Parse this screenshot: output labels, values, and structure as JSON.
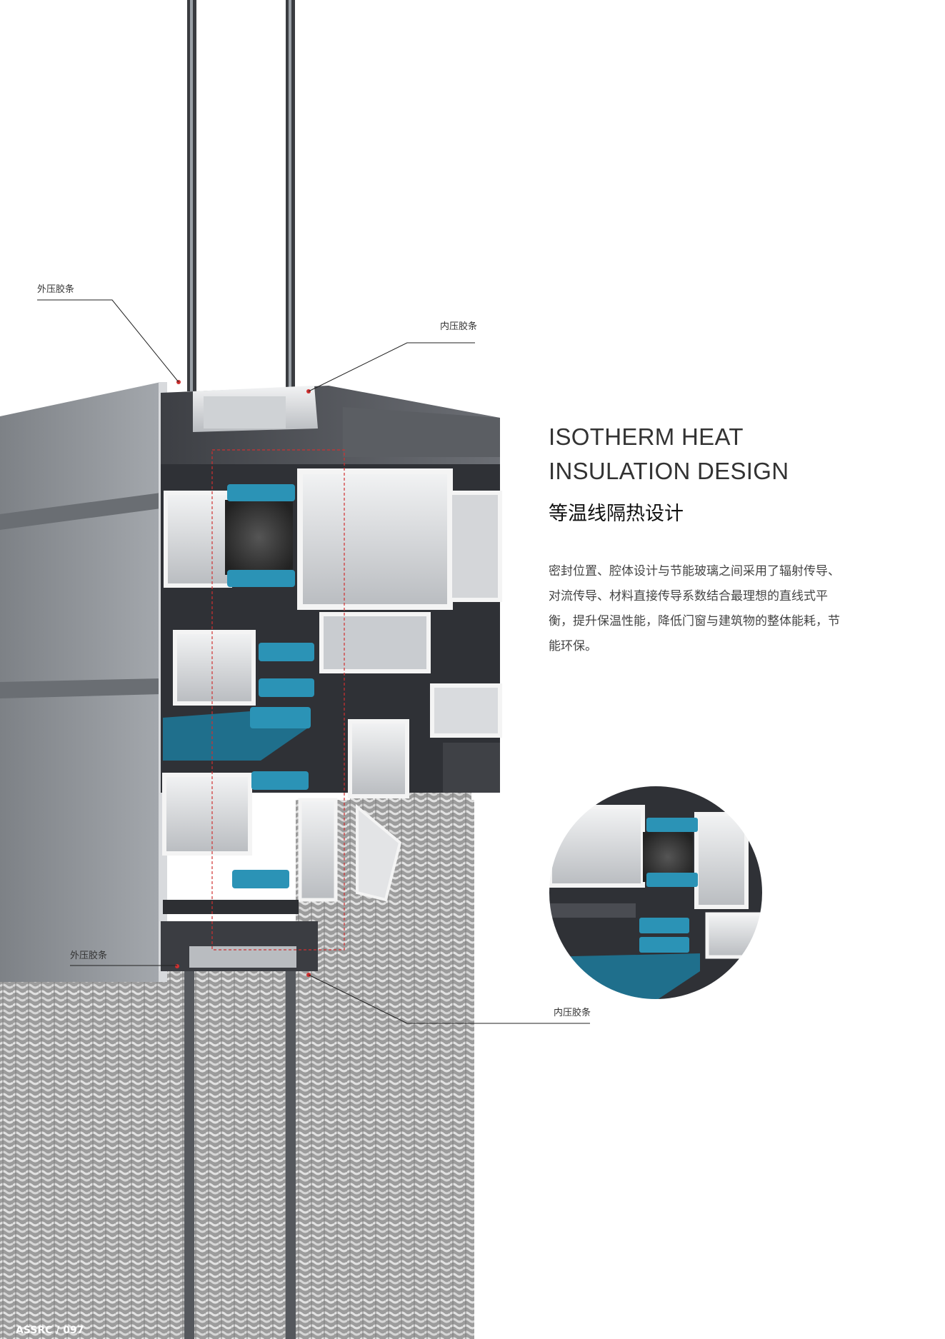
{
  "heading": {
    "title_en": "ISOTHERM HEAT INSULATION DESIGN",
    "title_cn": "等温线隔热设计",
    "body": "密封位置、腔体设计与节能玻璃之间采用了辐射传导、对流传导、材料直接传导系数结合最理想的直线式平衡，提升保温性能，降低门窗与建筑物的整体能耗，节能环保。"
  },
  "callouts": {
    "outer_top": "外压胶条",
    "inner_top": "内压胶条",
    "outer_bottom": "外压胶条",
    "inner_bottom": "内压胶条"
  },
  "footer": {
    "page": "ASSRC / 097"
  },
  "colors": {
    "insulation_strip": "#2b93b6",
    "insulation_dark": "#1f6f8c",
    "aluminum_light": "#e6e7e9",
    "aluminum_dark": "#4a4c52",
    "panel": "#8f9398",
    "mesh": "#c8c8c8",
    "leader_line": "#222222",
    "marker": "#d03030"
  }
}
